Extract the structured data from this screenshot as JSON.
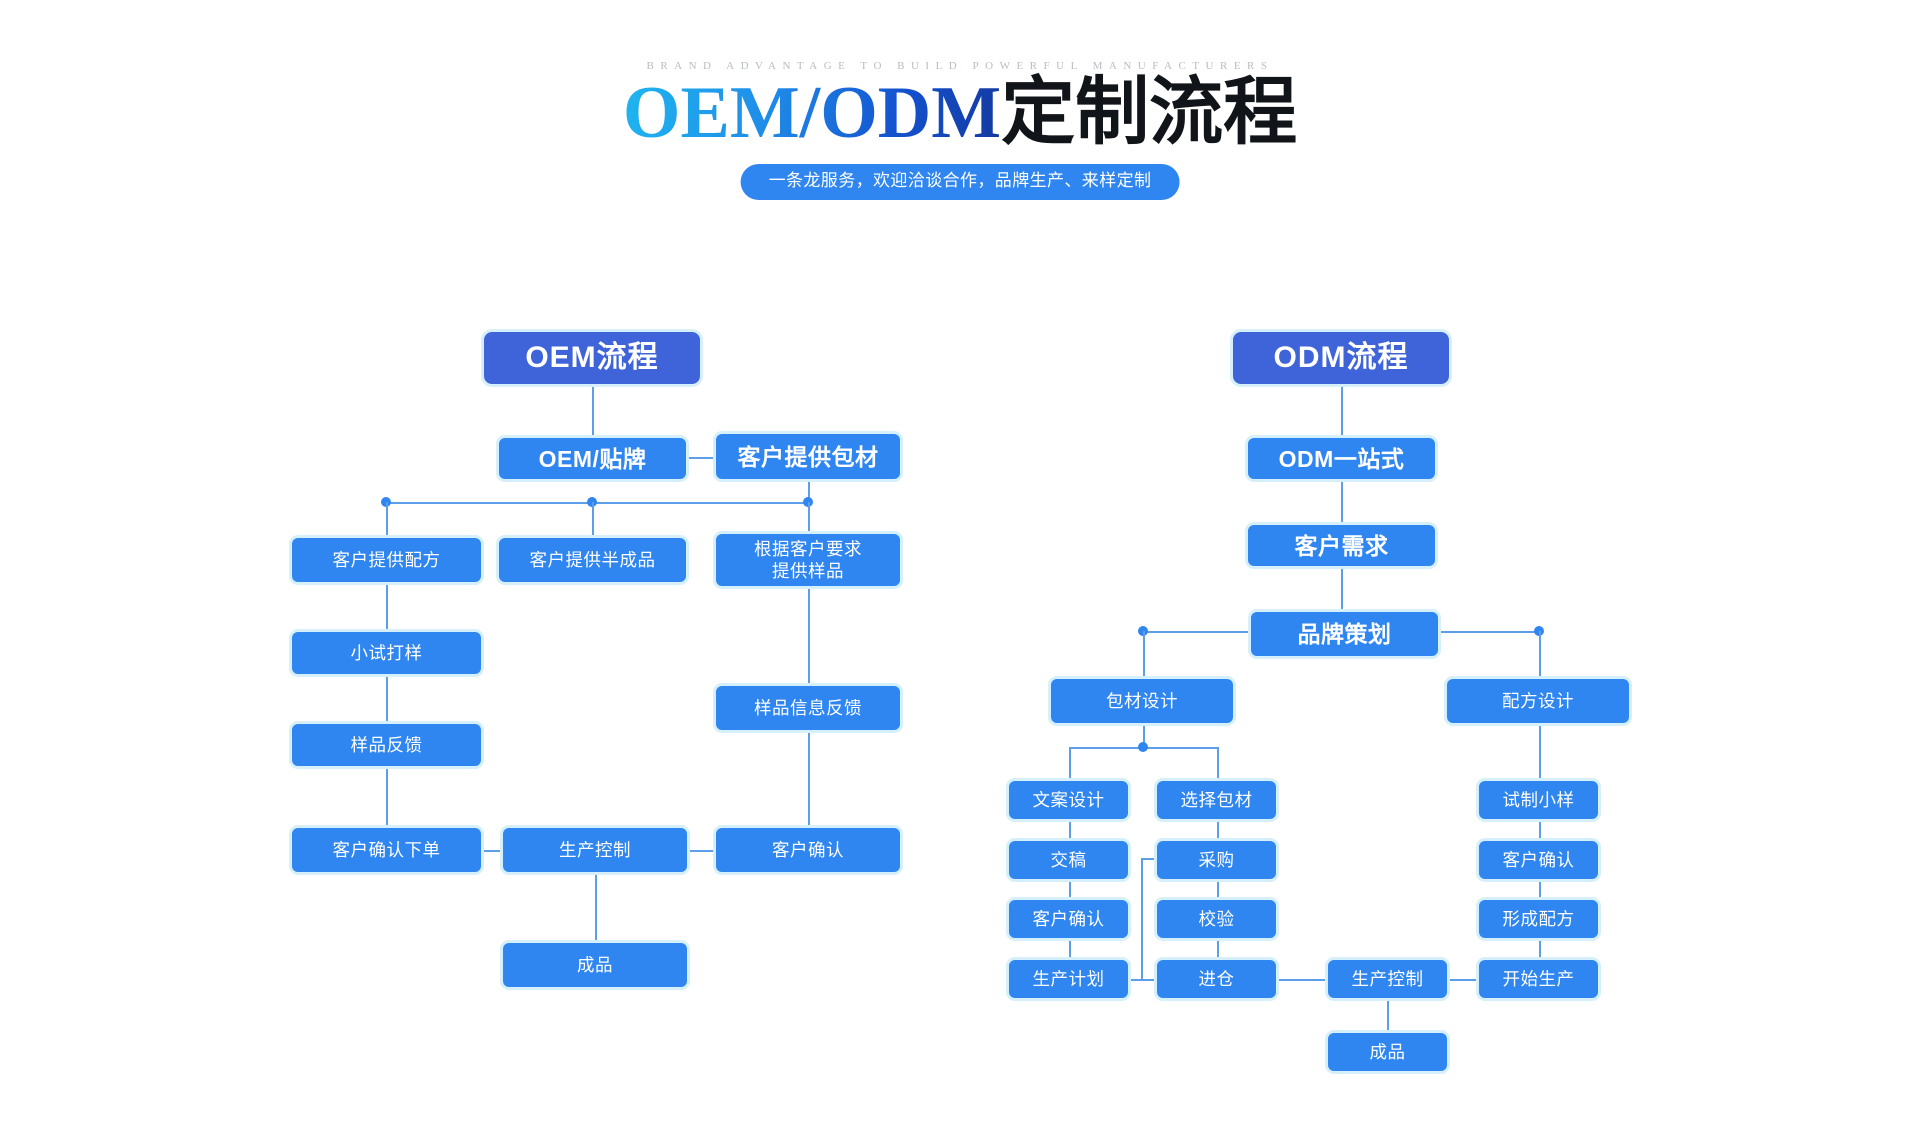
{
  "header": {
    "kicker": "BRAND ADVANTAGE TO BUILD POWERFUL MANUFACTURERS",
    "title_latin": "OEM/ODM",
    "title_cjk": "定制流程",
    "pill": "一条龙服务，欢迎洽谈合作，品牌生产、来样定制"
  },
  "colors": {
    "node_fill": "#2f86f0",
    "node_halo": "#d5f0fb",
    "head_fill": "#3f63d8",
    "line": "#5c9fe8",
    "title_gradient_from": "#1fb6f0",
    "title_gradient_to": "#13399f",
    "kicker": "#b9bcc2"
  },
  "oem": {
    "head": "OEM流程",
    "n_oem_brand": "OEM/贴牌",
    "n_customer_pack": "客户提供包材",
    "n_formula": "客户提供配方",
    "n_semi": "客户提供半成品",
    "n_sample_req": "根据客户要求\n提供样品",
    "n_trial": "小试打样",
    "n_sample_fb": "样品反馈",
    "n_confirm_order": "客户确认下单",
    "n_prod_ctrl": "生产控制",
    "n_finished": "成品",
    "n_sample_info_fb": "样品信息反馈",
    "n_customer_confirm": "客户确认"
  },
  "odm": {
    "head": "ODM流程",
    "n_one_stop": "ODM一站式",
    "n_customer_need": "客户需求",
    "n_brand_plan": "品牌策划",
    "n_pack_design": "包材设计",
    "n_formula_design": "配方设计",
    "n_copy_design": "文案设计",
    "n_deliver": "交稿",
    "n_cust_confirm_l": "客户确认",
    "n_prod_plan": "生产计划",
    "n_select_pack": "选择包材",
    "n_purchase": "采购",
    "n_inspect": "校验",
    "n_warehouse": "进仓",
    "n_trial_sample": "试制小样",
    "n_cust_confirm_r": "客户确认",
    "n_form_formula": "形成配方",
    "n_start_prod": "开始生产",
    "n_prod_ctrl": "生产控制",
    "n_finished": "成品"
  }
}
